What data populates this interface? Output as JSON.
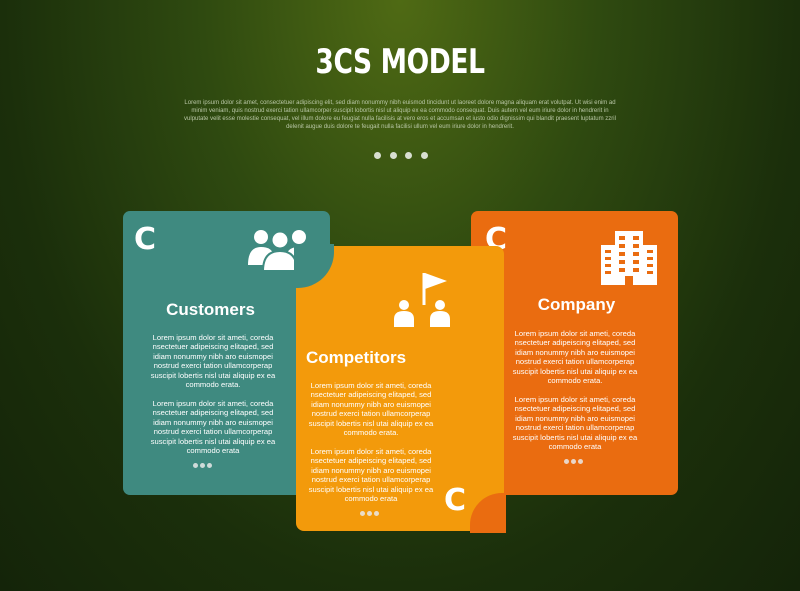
{
  "header": {
    "title": "3CS MODEL",
    "intro": "Lorem ipsum dolor sit amet, consectetuer adipiscing elit, sed diam nonummy nibh euismod tincidunt ut laoreet dolore magna aliquam erat volutpat. Ut wisi enim ad minim veniam, quis nostrud exerci tation ullamcorper suscipit lobortis nisl ut aliquip ex ea commodo consequat. Duis autem vel eum iriure dolor in hendrerit in vulputate velit esse molestie consequat, vel illum dolore eu feugiat nulla facilisis at vero eros et accumsan et iusto odio dignissim qui blandit praesent luptatum zzril delenit augue duis dolore te feugait nulla facilisi ullum vel eum iriure dolor in hendrerit."
  },
  "cards": {
    "customers": {
      "letter": "C",
      "title": "Customers",
      "icon": "people-group-icon",
      "color": "#3f8a80",
      "para1": "Lorem ipsum dolor sit ameti, coreda nsectetuer adipeiscing elitaped, sed idiam nonummy nibh aro euismopei nostrud exerci tation ullamcorperap suscipit lobertis nisl utai aliquip ex ea commodo erata.",
      "para2": "Lorem ipsum dolor sit ameti, coreda nsectetuer adipeiscing elitaped, sed idiam nonummy nibh aro euismopei nostrud exerci tation ullamcorperap suscipit lobertis nisl utai aliquip ex ea commodo erata"
    },
    "competitors": {
      "letter": "C",
      "title": "Competitors",
      "icon": "competitors-flag-icon",
      "color": "#f39a0b",
      "para1": "Lorem ipsum dolor sit ameti, coreda nsectetuer adipeiscing elitaped, sed idiam nonummy nibh aro euismopei nostrud exerci tation ullamcorperap suscipit lobertis nisl utai aliquip ex ea commodo erata.",
      "para2": "Lorem ipsum dolor sit ameti, coreda nsectetuer adipeiscing elitaped, sed idiam nonummy nibh aro euismopei nostrud exerci tation ullamcorperap suscipit lobertis nisl utai aliquip ex ea commodo erata"
    },
    "company": {
      "letter": "C",
      "title": "Company",
      "icon": "building-icon",
      "color": "#ea6c10",
      "para1": "Lorem ipsum dolor sit ameti, coreda nsectetuer adipeiscing elitaped, sed idiam nonummy nibh aro euismopei nostrud exerci tation ullamcorperap suscipit lobertis nisl utai aliquip ex ea commodo erata.",
      "para2": "Lorem ipsum dolor sit ameti, coreda nsectetuer adipeiscing elitaped, sed idiam nonummy nibh aro euismopei nostrud exerci tation ullamcorperap suscipit lobertis nisl utai aliquip ex ea commodo erata"
    }
  }
}
